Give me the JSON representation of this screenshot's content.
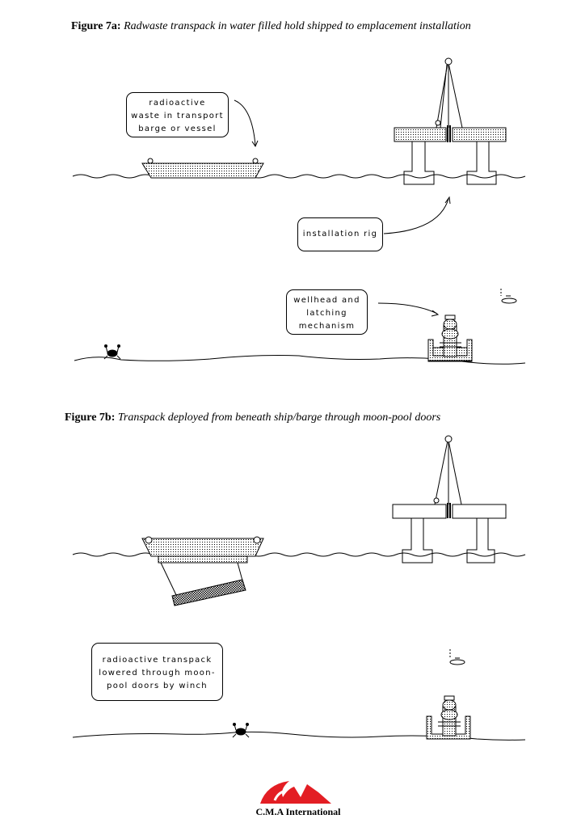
{
  "figure_7a": {
    "label": "Figure 7a:",
    "caption": "Radwaste transpack in water filled hold shipped to emplacement installation",
    "callouts": {
      "waste": [
        "radioactive",
        "waste in transport",
        "barge or vessel"
      ],
      "rig": [
        "installation rig"
      ],
      "wellhead": [
        "wellhead and",
        "latching",
        "mechanism"
      ]
    }
  },
  "figure_7b": {
    "label": "Figure 7b:",
    "caption": "Transpack deployed from beneath ship/barge through moon-pool doors",
    "callouts": {
      "transpack": [
        "radioactive transpack",
        "lowered through moon-",
        "pool doors by winch"
      ]
    }
  },
  "logo": {
    "text": "C.M.A International",
    "color": "#e31e24"
  }
}
